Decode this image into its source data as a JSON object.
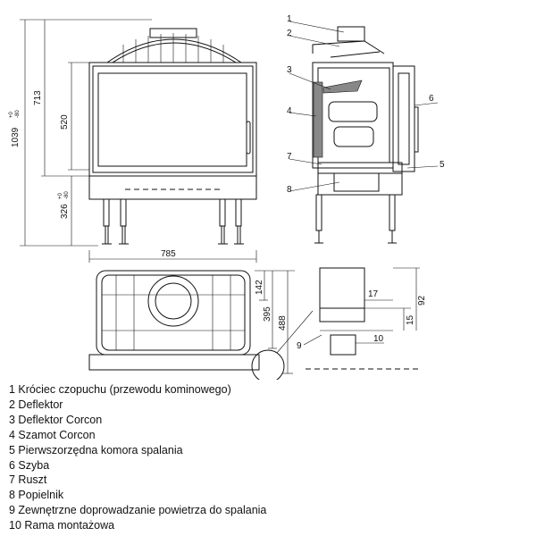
{
  "dimensions": {
    "total_height": "1039",
    "total_height_tol_top": "+0",
    "total_height_tol_bottom": "-80",
    "body_height": "713",
    "glass_height": "520",
    "leg_height": "326",
    "leg_height_tol_top": "+0",
    "leg_height_tol_bottom": "-80",
    "width": "785",
    "depth_top": "142",
    "depth_mid": "395",
    "depth_total": "488",
    "detail_17": "17",
    "detail_92": "92",
    "detail_15": "15",
    "detail_10": "10"
  },
  "callouts": {
    "c1": "1",
    "c2": "2",
    "c3": "3",
    "c4": "4",
    "c5": "5",
    "c6": "6",
    "c7": "7",
    "c8": "8",
    "c9": "9"
  },
  "legend": [
    "1 Króciec czopuchu  (przewodu kominowego)",
    "2 Deflektor",
    "3 Deflektor Corcon",
    "4 Szamot Corcon",
    "5 Pierwszorzędna  komora spalania",
    "6 Szyba",
    "7 Ruszt",
    "8 Popielnik",
    "9 Zewnętrzne doprowadzanie powietrza do spalania",
    "10 Rama montażowa"
  ]
}
